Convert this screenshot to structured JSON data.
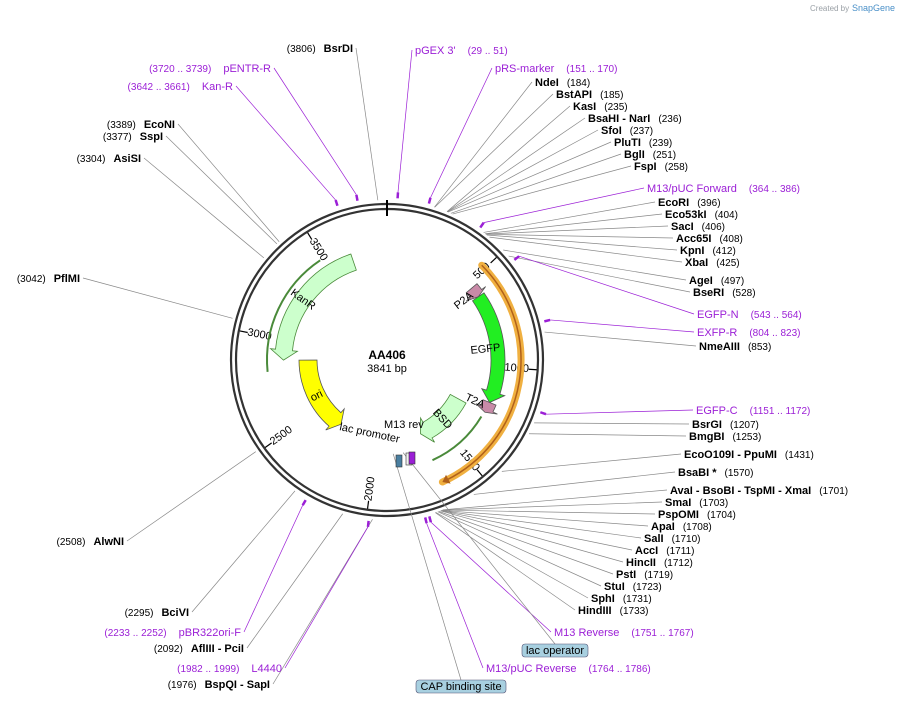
{
  "credit": {
    "created_by": "Created by",
    "brand": "SnapGene"
  },
  "plasmid": {
    "name": "AA406",
    "size": "3841 bp",
    "total_bp": 3841
  },
  "ticks": [
    {
      "label": "500",
      "pos": 500
    },
    {
      "label": "1000",
      "pos": 1000
    },
    {
      "label": "1500",
      "pos": 1500
    },
    {
      "label": "2000",
      "pos": 2000
    },
    {
      "label": "2500",
      "pos": 2500
    },
    {
      "label": "3000",
      "pos": 3000
    },
    {
      "label": "3500",
      "pos": 3500
    }
  ],
  "features": [
    {
      "name": "KanR",
      "start": 3640,
      "end": 2880,
      "color": "#ccffcc"
    },
    {
      "name": "P2A",
      "start": 530,
      "end": 590,
      "color": "#c98aa8"
    },
    {
      "name": "EGFP",
      "start": 590,
      "end": 1200,
      "color": "#22ee22"
    },
    {
      "name": "T2A",
      "start": 1200,
      "end": 1260,
      "color": "#c98aa8"
    },
    {
      "name": "BSD",
      "start": 1265,
      "end": 1660,
      "color": "#ccffcc"
    },
    {
      "name": "ori",
      "start": 2880,
      "end": 2300,
      "color": "#ffff00"
    },
    {
      "name": "lac promoter",
      "start": 2130,
      "end": 1990,
      "color": "#ffffff"
    },
    {
      "name": "M13 rev",
      "start": 1790,
      "end": 1700,
      "color": "#ffffff"
    }
  ],
  "enzymes": [
    {
      "name": "BsrDI",
      "pos": "(3806)",
      "site": 3806,
      "side": "left"
    },
    {
      "name": "EcoNI",
      "pos": "(3389)",
      "site": 3389,
      "side": "left"
    },
    {
      "name": "SspI",
      "pos": "(3377)",
      "site": 3377,
      "side": "left"
    },
    {
      "name": "AsiSI",
      "pos": "(3304)",
      "site": 3304,
      "side": "left"
    },
    {
      "name": "PflMI",
      "pos": "(3042)",
      "site": 3042,
      "side": "left"
    },
    {
      "name": "NdeI",
      "pos": "(184)",
      "site": 184,
      "side": "right"
    },
    {
      "name": "BstAPI",
      "pos": "(185)",
      "site": 185,
      "side": "right"
    },
    {
      "name": "KasI",
      "pos": "(235)",
      "site": 235,
      "side": "right"
    },
    {
      "name": "BsaHI - NarI",
      "pos": "(236)",
      "site": 236,
      "side": "right"
    },
    {
      "name": "SfoI",
      "pos": "(237)",
      "site": 237,
      "side": "right"
    },
    {
      "name": "PluTI",
      "pos": "(239)",
      "site": 239,
      "side": "right"
    },
    {
      "name": "BglI",
      "pos": "(251)",
      "site": 251,
      "side": "right"
    },
    {
      "name": "FspI",
      "pos": "(258)",
      "site": 258,
      "side": "right"
    },
    {
      "name": "EcoRI",
      "pos": "(396)",
      "site": 396,
      "side": "right"
    },
    {
      "name": "Eco53kI",
      "pos": "(404)",
      "site": 404,
      "side": "right"
    },
    {
      "name": "SacI",
      "pos": "(406)",
      "site": 406,
      "side": "right"
    },
    {
      "name": "Acc65I",
      "pos": "(408)",
      "site": 408,
      "side": "right"
    },
    {
      "name": "KpnI",
      "pos": "(412)",
      "site": 412,
      "side": "right"
    },
    {
      "name": "XbaI",
      "pos": "(425)",
      "site": 425,
      "side": "right"
    },
    {
      "name": "AgeI",
      "pos": "(497)",
      "site": 497,
      "side": "right"
    },
    {
      "name": "BseRI",
      "pos": "(528)",
      "site": 528,
      "side": "right"
    },
    {
      "name": "NmeAIII",
      "pos": "(853)",
      "site": 853,
      "side": "right"
    },
    {
      "name": "BsrGI",
      "pos": "(1207)",
      "site": 1207,
      "side": "right"
    },
    {
      "name": "BmgBI",
      "pos": "(1253)",
      "site": 1253,
      "side": "right"
    },
    {
      "name": "EcoO109I - PpuMI",
      "pos": "(1431)",
      "site": 1431,
      "side": "right"
    },
    {
      "name": "BsaBI *",
      "pos": "(1570)",
      "site": 1570,
      "side": "right"
    },
    {
      "name": "AvaI - BsoBI - TspMI - XmaI",
      "pos": "(1701)",
      "site": 1701,
      "side": "right"
    },
    {
      "name": "SmaI",
      "pos": "(1703)",
      "site": 1703,
      "side": "right"
    },
    {
      "name": "PspOMI",
      "pos": "(1704)",
      "site": 1704,
      "side": "right"
    },
    {
      "name": "ApaI",
      "pos": "(1708)",
      "site": 1708,
      "side": "right"
    },
    {
      "name": "SalI",
      "pos": "(1710)",
      "site": 1710,
      "side": "right"
    },
    {
      "name": "AccI",
      "pos": "(1711)",
      "site": 1711,
      "side": "right"
    },
    {
      "name": "HincII",
      "pos": "(1712)",
      "site": 1712,
      "side": "right"
    },
    {
      "name": "PstI",
      "pos": "(1719)",
      "site": 1719,
      "side": "right"
    },
    {
      "name": "StuI",
      "pos": "(1723)",
      "site": 1723,
      "side": "right"
    },
    {
      "name": "SphI",
      "pos": "(1731)",
      "site": 1731,
      "side": "right"
    },
    {
      "name": "HindIII",
      "pos": "(1733)",
      "site": 1733,
      "side": "right"
    },
    {
      "name": "BspQI - SapI",
      "pos": "(1976)",
      "site": 1976,
      "side": "left"
    },
    {
      "name": "AflIII - PciI",
      "pos": "(2092)",
      "site": 2092,
      "side": "left"
    },
    {
      "name": "BciVI",
      "pos": "(2295)",
      "site": 2295,
      "side": "left"
    },
    {
      "name": "AlwNI",
      "pos": "(2508)",
      "site": 2508,
      "side": "left"
    }
  ],
  "primers": [
    {
      "name": "pGEX 3'",
      "range": "(29 .. 51)",
      "site": 40,
      "side": "right"
    },
    {
      "name": "pRS-marker",
      "range": "(151 .. 170)",
      "site": 160,
      "side": "right"
    },
    {
      "name": "pENTR-R",
      "range": "(3720 .. 3739)",
      "site": 3729,
      "side": "left"
    },
    {
      "name": "Kan-R",
      "range": "(3642 .. 3661)",
      "site": 3651,
      "side": "left"
    },
    {
      "name": "M13/pUC Forward",
      "range": "(364 .. 386)",
      "site": 375,
      "side": "right"
    },
    {
      "name": "EGFP-N",
      "range": "(543 .. 564)",
      "site": 553,
      "side": "right"
    },
    {
      "name": "EXFP-R",
      "range": "(804 .. 823)",
      "site": 813,
      "side": "right"
    },
    {
      "name": "EGFP-C",
      "range": "(1151 .. 1172)",
      "site": 1161,
      "side": "right"
    },
    {
      "name": "M13 Reverse",
      "range": "(1751 .. 1767)",
      "site": 1759,
      "side": "right"
    },
    {
      "name": "M13/pUC Reverse",
      "range": "(1764 .. 1786)",
      "site": 1775,
      "side": "right"
    },
    {
      "name": "pBR322ori-F",
      "range": "(2233 .. 2252)",
      "site": 2242,
      "side": "left"
    },
    {
      "name": "L4440",
      "range": "(1982 .. 1999)",
      "site": 1990,
      "side": "left"
    }
  ],
  "boxed_labels": [
    {
      "name": "lac operator",
      "site": 1815
    },
    {
      "name": "CAP binding site",
      "site": 1880
    }
  ],
  "colors": {
    "backbone": "#333333",
    "primer": "#9b1fd6",
    "orf_outline": "#f0b040",
    "orf_arrow": "#b0601a",
    "feature_line": "#4a8a3a",
    "box_fill": "#a8d0e0"
  }
}
